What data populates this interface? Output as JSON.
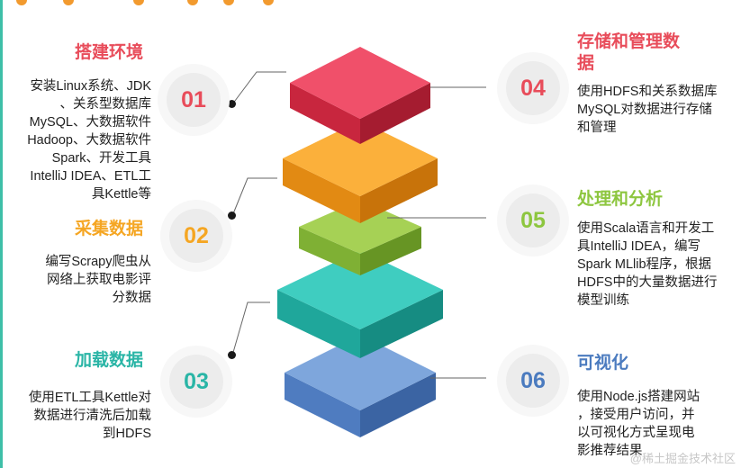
{
  "steps": [
    {
      "num": "01",
      "title": "搭建环境",
      "color": "#e84c5a",
      "desc": [
        "安装Linux系统、JDK",
        "、关系型数据库",
        "MySQL、大数据软件",
        "Hadoop、大数据软件",
        "Spark、开发工具",
        "IntelliJ IDEA、ETL工",
        "具Kettle等"
      ]
    },
    {
      "num": "02",
      "title": "采集数据",
      "color": "#f5a623",
      "desc": [
        "编写Scrapy爬虫从",
        "网络上获取电影评",
        "分数据"
      ]
    },
    {
      "num": "03",
      "title": "加载数据",
      "color": "#2ab5a6",
      "desc": [
        "使用ETL工具Kettle对",
        "数据进行清洗后加载",
        "到HDFS"
      ]
    },
    {
      "num": "04",
      "title": "存储和管理数",
      "title2": "据",
      "color": "#e84c5a",
      "desc": [
        "使用HDFS和关系数据库",
        "MySQL对数据进行存储",
        "和管理"
      ]
    },
    {
      "num": "05",
      "title": "处理和分析",
      "color": "#8dc63f",
      "desc": [
        "使用Scala语言和开发工",
        "具IntelliJ IDEA，编写",
        "Spark MLlib程序，根据",
        "HDFS中的大量数据进行",
        "模型训练"
      ]
    },
    {
      "num": "06",
      "title": "可视化",
      "color": "#4b7bbf",
      "desc": [
        "使用Node.js搭建网站",
        "，接受用户访问，并",
        "以可视化方式呈现电",
        "影推荐结果"
      ]
    }
  ],
  "layers": [
    {
      "name": "red",
      "top": "#f0506a",
      "left": "#c8263e",
      "right": "#a51c30"
    },
    {
      "name": "orange",
      "top": "#fbb03b",
      "left": "#e28a13",
      "right": "#c8730a"
    },
    {
      "name": "green",
      "top": "#a6d155",
      "left": "#7fb034",
      "right": "#679524"
    },
    {
      "name": "teal",
      "top": "#3fcdc0",
      "left": "#1fa79b",
      "right": "#168c82"
    },
    {
      "name": "blue",
      "top": "#7ea6dc",
      "left": "#4f7cc0",
      "right": "#3b64a3"
    }
  ],
  "watermark": "@稀土掘金技术社区"
}
